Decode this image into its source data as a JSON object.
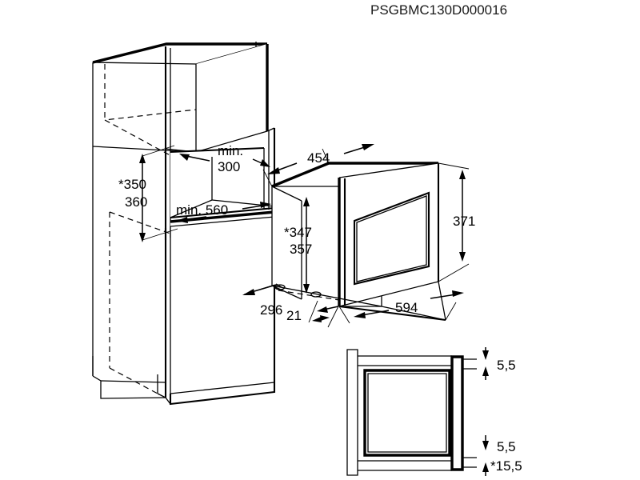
{
  "drawing": {
    "title": "PSGBMC130D000016",
    "type": "technical-installation-drawing",
    "units": "mm",
    "views": [
      {
        "id": "cabinet-niche",
        "label": "cabinet niche isometric view"
      },
      {
        "id": "appliance-body",
        "label": "appliance isometric view"
      },
      {
        "id": "door-detail",
        "label": "door trim detail view"
      }
    ],
    "dimensions": {
      "niche_height_star": "*350",
      "niche_height_alt": "360",
      "niche_depth_min": "min.",
      "niche_depth_min_value": "300",
      "niche_width_min": "min. 560",
      "body_top_depth": "454",
      "body_height_star": "*347",
      "body_height_alt": "357",
      "front_height": "371",
      "front_width": "594",
      "body_base_width": "296",
      "foot_offset": "21",
      "trim_top": "5,5",
      "trim_bottom": "5,5",
      "trim_bottom_star": "*15,5"
    }
  },
  "colors": {
    "line": "#000000",
    "fill": "#ffffff",
    "title": "#1a1a1a"
  }
}
